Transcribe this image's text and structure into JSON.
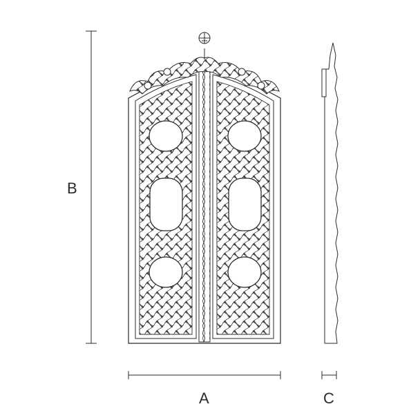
{
  "labels": {
    "width": "A",
    "height": "B",
    "depth": "C"
  },
  "colors": {
    "line": "#2b2b2b",
    "carving": "#3a3a3a",
    "background": "#ffffff"
  }
}
